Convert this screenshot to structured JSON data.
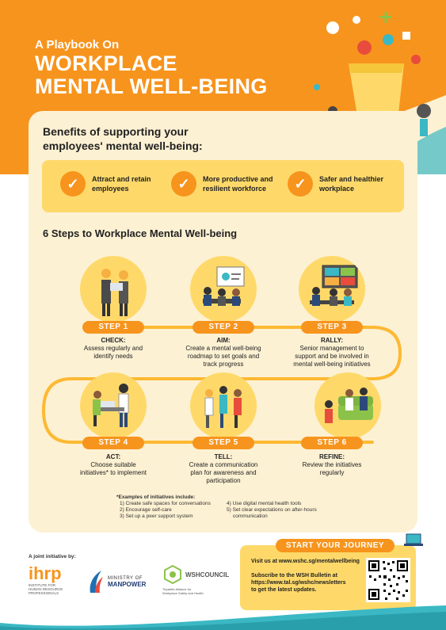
{
  "header": {
    "pre_title": "A Playbook On",
    "title_line1": "WORKPLACE",
    "title_line2": "MENTAL WELL-BEING"
  },
  "benefits": {
    "heading_line1": "Benefits of supporting your",
    "heading_line2": "employees' mental well-being:",
    "items": [
      {
        "line1": "Attract and retain",
        "line2": "employees"
      },
      {
        "line1": "More productive and",
        "line2": "resilient workforce"
      },
      {
        "line1": "Safer and healthier",
        "line2": "workplace"
      }
    ]
  },
  "steps": {
    "heading": "6 Steps to Workplace Mental Well-being",
    "items": [
      {
        "label": "STEP 1",
        "name": "CHECK:",
        "desc1": "Assess regularly and",
        "desc2": "identify needs",
        "desc3": ""
      },
      {
        "label": "STEP 2",
        "name": "AIM:",
        "desc1": "Create a mental well-being",
        "desc2": "roadmap to set goals and",
        "desc3": "track progress"
      },
      {
        "label": "STEP 3",
        "name": "RALLY:",
        "desc1": "Senior management to",
        "desc2": "support and be involved in",
        "desc3": "mental well-being initiatives"
      },
      {
        "label": "STEP 4",
        "name": "ACT:",
        "desc1": "Choose suitable",
        "desc2": "initiatives* to implement",
        "desc3": ""
      },
      {
        "label": "STEP 5",
        "name": "TELL:",
        "desc1": "Create a communication",
        "desc2": "plan for awareness and",
        "desc3": "participation"
      },
      {
        "label": "STEP 6",
        "name": "REFINE:",
        "desc1": "Review the initiatives",
        "desc2": "regularly",
        "desc3": ""
      }
    ]
  },
  "examples": {
    "title": "*Examples of initiatives include:",
    "left": [
      "1) Create safe spaces for conversations",
      "2) Encourage self-care",
      "3) Set up a peer support system"
    ],
    "right": [
      "4) Use digital mental health tools",
      "5) Set clear expectations on after-hours",
      "communication"
    ]
  },
  "footer": {
    "joint": "A joint initiative by:",
    "ihrp_abbr": "ihrp",
    "ihrp_name1": "INSTITUTE FOR",
    "ihrp_name2": "HUMAN RESOURCE",
    "ihrp_name3": "PROFESSIONALS",
    "mom_line1": "MINISTRY OF",
    "mom_line2": "MANPOWER",
    "wsh_name": "WSHCOUNCIL",
    "wsh_tag1": "Tripartite Alliance for",
    "wsh_tag2": "Workplace Safety and Health"
  },
  "journey": {
    "pill": "START YOUR JOURNEY",
    "visit": "Visit us at www.wshc.sg/mentalwellbeing",
    "subscribe1": "Subscribe to the WSH Bulletin at",
    "subscribe2": "https://www.tal.sg/wshc/newsletters",
    "subscribe3": "to get the latest updates."
  },
  "colors": {
    "orange": "#f7941d",
    "yellow": "#fed96a",
    "cream": "#fdf1d3",
    "teal": "#3bb8c4"
  }
}
